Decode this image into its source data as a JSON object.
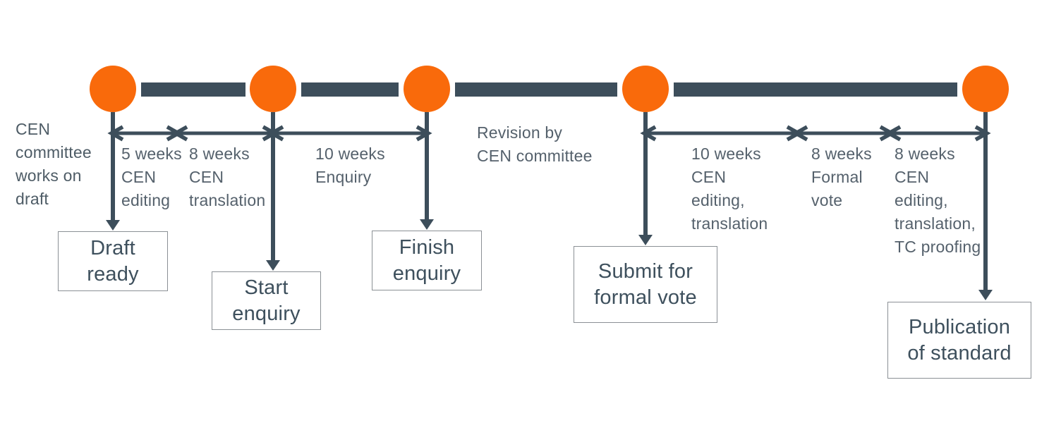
{
  "colors": {
    "milestone_orange": "#F96A0B",
    "timeline_slate": "#3D4E5B",
    "interval_label_gray": "#55616C",
    "box_border_gray": "#8B9095",
    "box_text_slate": "#3E505D"
  },
  "start_note": "CEN\ncommittee\nworks on\ndraft",
  "milestones": [
    {
      "label": "Draft\nready"
    },
    {
      "label": "Start\nenquiry"
    },
    {
      "label": "Finish\nenquiry"
    },
    {
      "label": "Submit for\nformal vote"
    },
    {
      "label": "Publication\nof standard"
    }
  ],
  "intervals": [
    {
      "label": "5 weeks\nCEN\nediting"
    },
    {
      "label": "8 weeks\nCEN\ntranslation"
    },
    {
      "label": "10 weeks\nEnquiry"
    },
    {
      "label": "Revision by\nCEN committee"
    },
    {
      "label": "10 weeks\nCEN\nediting,\ntranslation"
    },
    {
      "label": "8 weeks\nFormal\nvote"
    },
    {
      "label": "8 weeks\nCEN\nediting,\ntranslation,\nTC proofing"
    }
  ]
}
